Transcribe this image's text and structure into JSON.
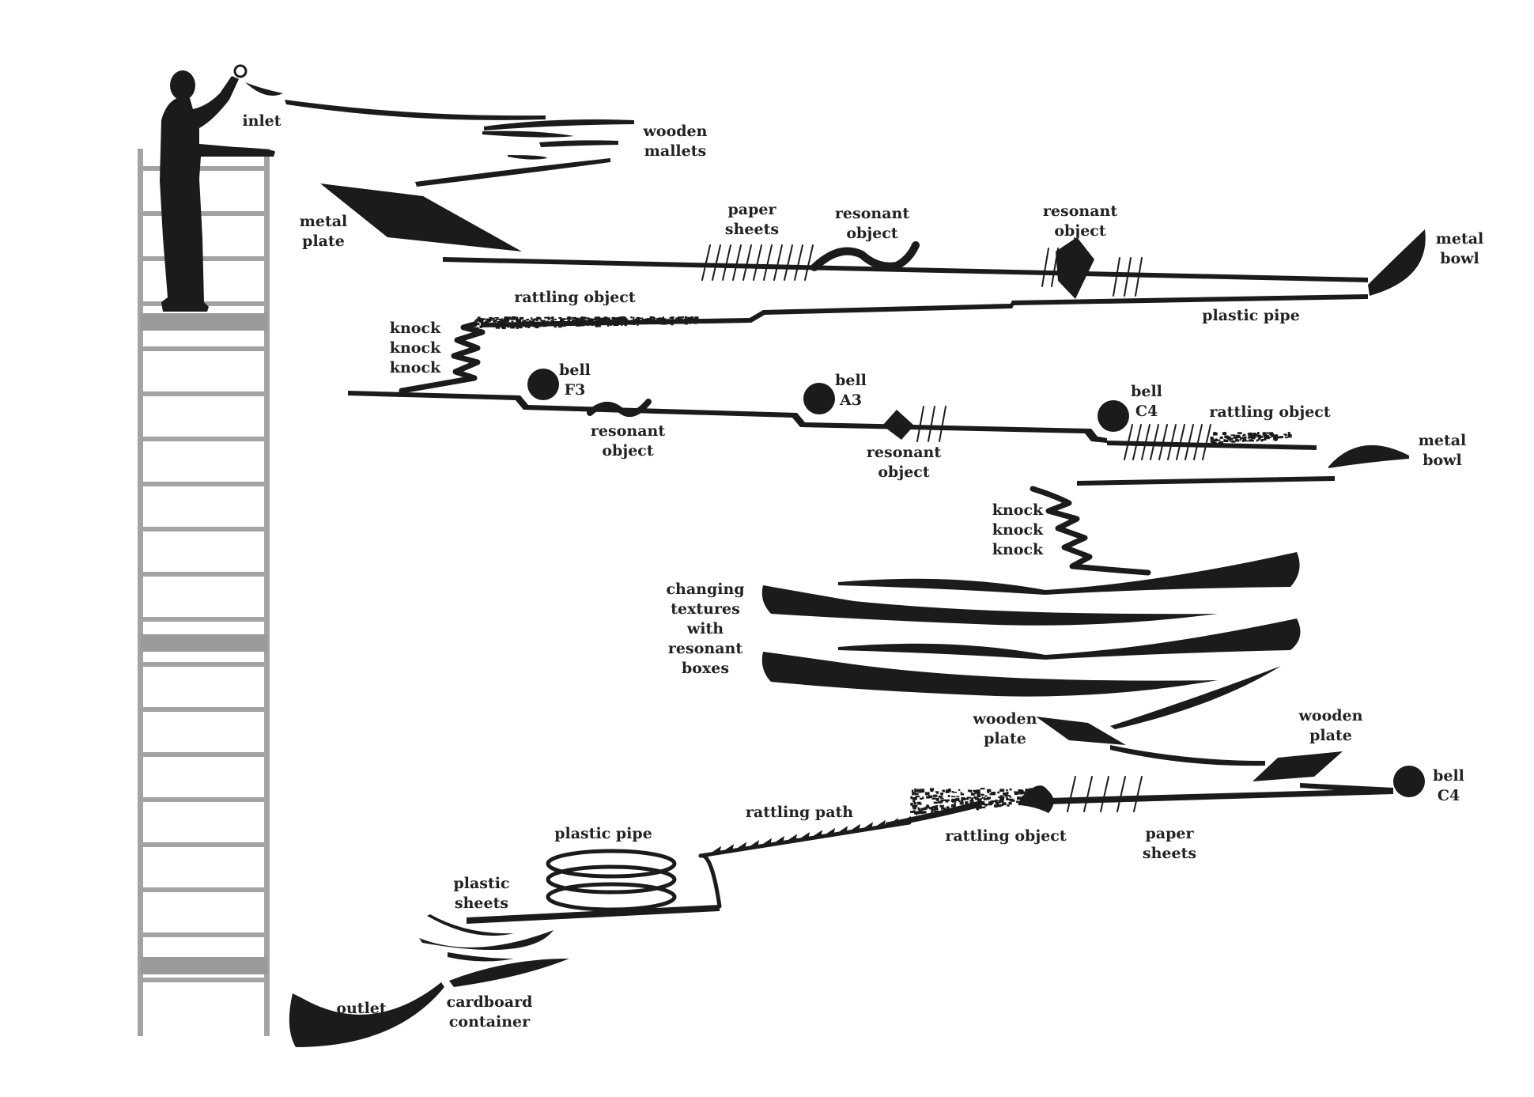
{
  "colors": {
    "ink": "#1b1b1b",
    "scaffold": "#a3a3a3",
    "scaffold_deck": "#9a9a9a",
    "background": "#ffffff"
  },
  "labels": {
    "inlet": [
      "inlet"
    ],
    "wooden_mallets": [
      "wooden",
      "mallets"
    ],
    "metal_plate": [
      "metal",
      "plate"
    ],
    "paper_sheets_top": [
      "paper",
      "sheets"
    ],
    "resonant_object_1": [
      "resonant",
      "object"
    ],
    "resonant_object_2": [
      "resonant",
      "object"
    ],
    "metal_bowl_1": [
      "metal",
      "bowl"
    ],
    "rattling_object_1": [
      "rattling object"
    ],
    "plastic_pipe_top": [
      "plastic pipe"
    ],
    "knock_1": [
      "knock",
      "knock",
      "knock"
    ],
    "bell_f3": [
      "bell",
      "F3"
    ],
    "bell_a3": [
      "bell",
      "A3"
    ],
    "bell_c4_1": [
      "bell",
      "C4"
    ],
    "rattling_object_2": [
      "rattling object"
    ],
    "resonant_object_3": [
      "resonant",
      "object"
    ],
    "resonant_object_4": [
      "resonant",
      "object"
    ],
    "metal_bowl_2": [
      "metal",
      "bowl"
    ],
    "knock_2": [
      "knock",
      "knock",
      "knock"
    ],
    "changing_textures": [
      "changing",
      "textures",
      "with",
      "resonant",
      "boxes"
    ],
    "wooden_plate_1": [
      "wooden",
      "plate"
    ],
    "wooden_plate_2": [
      "wooden",
      "plate"
    ],
    "bell_c4_2": [
      "bell",
      "C4"
    ],
    "rattling_path": [
      "rattling path"
    ],
    "rattling_object_3": [
      "rattling object"
    ],
    "paper_sheets_bottom": [
      "paper",
      "sheets"
    ],
    "plastic_pipe_bottom": [
      "plastic pipe"
    ],
    "plastic_sheets": [
      "plastic",
      "sheets"
    ],
    "cardboard_container": [
      "cardboard",
      "container"
    ],
    "outlet": [
      "outlet"
    ]
  }
}
